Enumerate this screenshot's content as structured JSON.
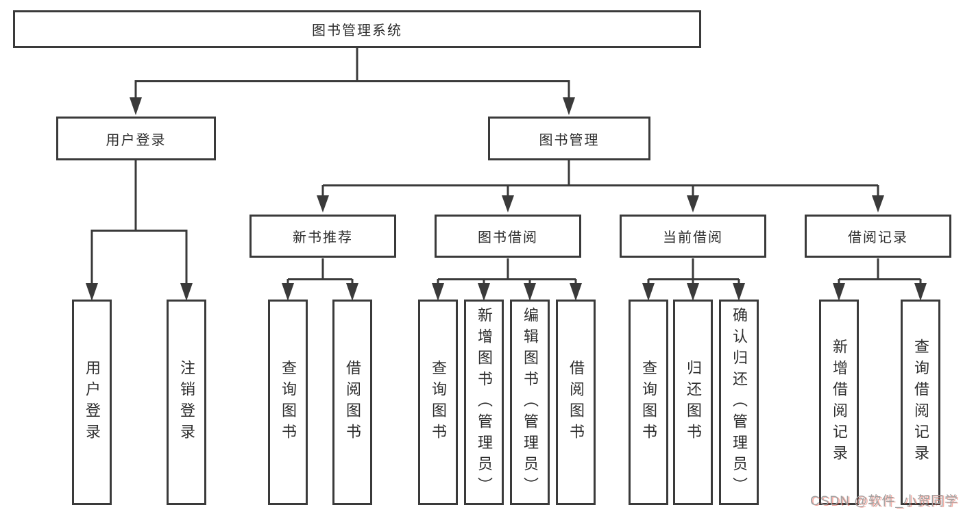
{
  "diagram": {
    "root": {
      "label": "图书管理系统"
    },
    "level2": [
      {
        "label": "用户登录"
      },
      {
        "label": "图书管理"
      }
    ],
    "level3": [
      {
        "label": "新书推荐"
      },
      {
        "label": "图书借阅"
      },
      {
        "label": "当前借阅"
      },
      {
        "label": "借阅记录"
      }
    ],
    "leaves": {
      "user_login": [
        "用户登录",
        "注销登录"
      ],
      "new_books": [
        "查询图书",
        "借阅图书"
      ],
      "book_borrow": [
        "查询图书",
        "新增图书（管理员）",
        "编辑图书（管理员）",
        "借阅图书"
      ],
      "current_borrow": [
        "查询图书",
        "归还图书",
        "确认归还（管理员）"
      ],
      "borrow_records": [
        "新增借阅记录",
        "查询借阅记录"
      ]
    },
    "line_color": "#3a3a3a"
  },
  "watermark": {
    "text": "CSDN @软件_小贺同学",
    "color": "#a0a0a0",
    "accent": "#e84e3c"
  }
}
